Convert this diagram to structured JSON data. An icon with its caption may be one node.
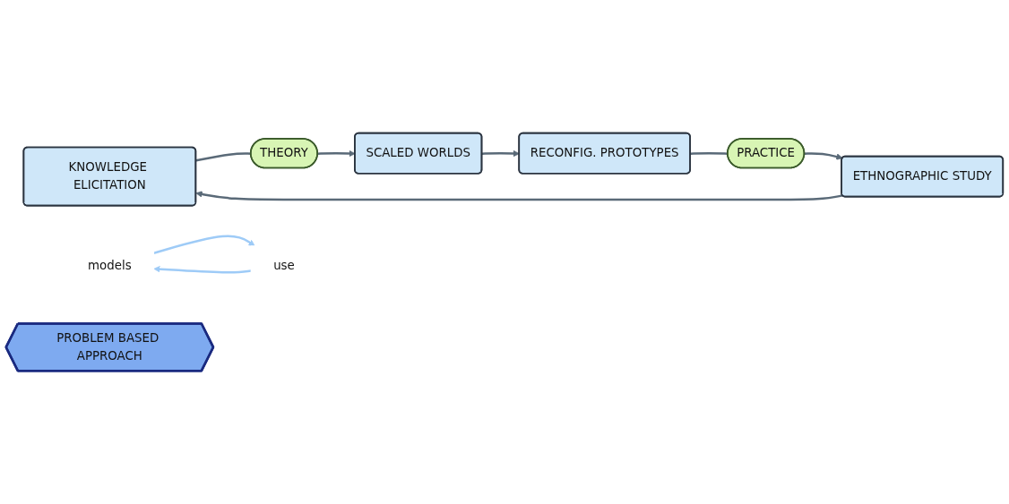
{
  "diagram": {
    "nodes": [
      {
        "text": [
          "KNOWLEDGE ELICITATION"
        ]
      },
      {
        "text": [
          "THEORY"
        ]
      },
      {
        "text": [
          "SCALED WORLDS"
        ]
      },
      {
        "text": [
          "models"
        ]
      },
      {
        "text": [
          "PROBLEM BASED APPROACH"
        ]
      },
      {
        "text": [
          "use"
        ]
      },
      {
        "text": [
          "ETHNOGRAPHIC STUDY"
        ]
      },
      {
        "text": [
          "PRACTICE"
        ]
      },
      {
        "text": [
          "RECONFIG. PROTOTYPES"
        ]
      }
    ],
    "edges": [
      {
        "from": 0,
        "to": 1,
        "arrow": "none"
      },
      {
        "from": 1,
        "to": 2,
        "arrow": "to"
      },
      {
        "from": 2,
        "to": 8,
        "arrow": "to"
      },
      {
        "from": 8,
        "to": 7,
        "arrow": "none"
      },
      {
        "from": 7,
        "to": 6,
        "arrow": "to"
      },
      {
        "from": 6,
        "to": 0,
        "arrow": "to"
      },
      {
        "from": 3,
        "to": 5,
        "arrow": "to",
        "color": "#9ecbf7"
      },
      {
        "from": 5,
        "to": 3,
        "arrow": "to",
        "color": "#9ecbf7"
      }
    ]
  }
}
